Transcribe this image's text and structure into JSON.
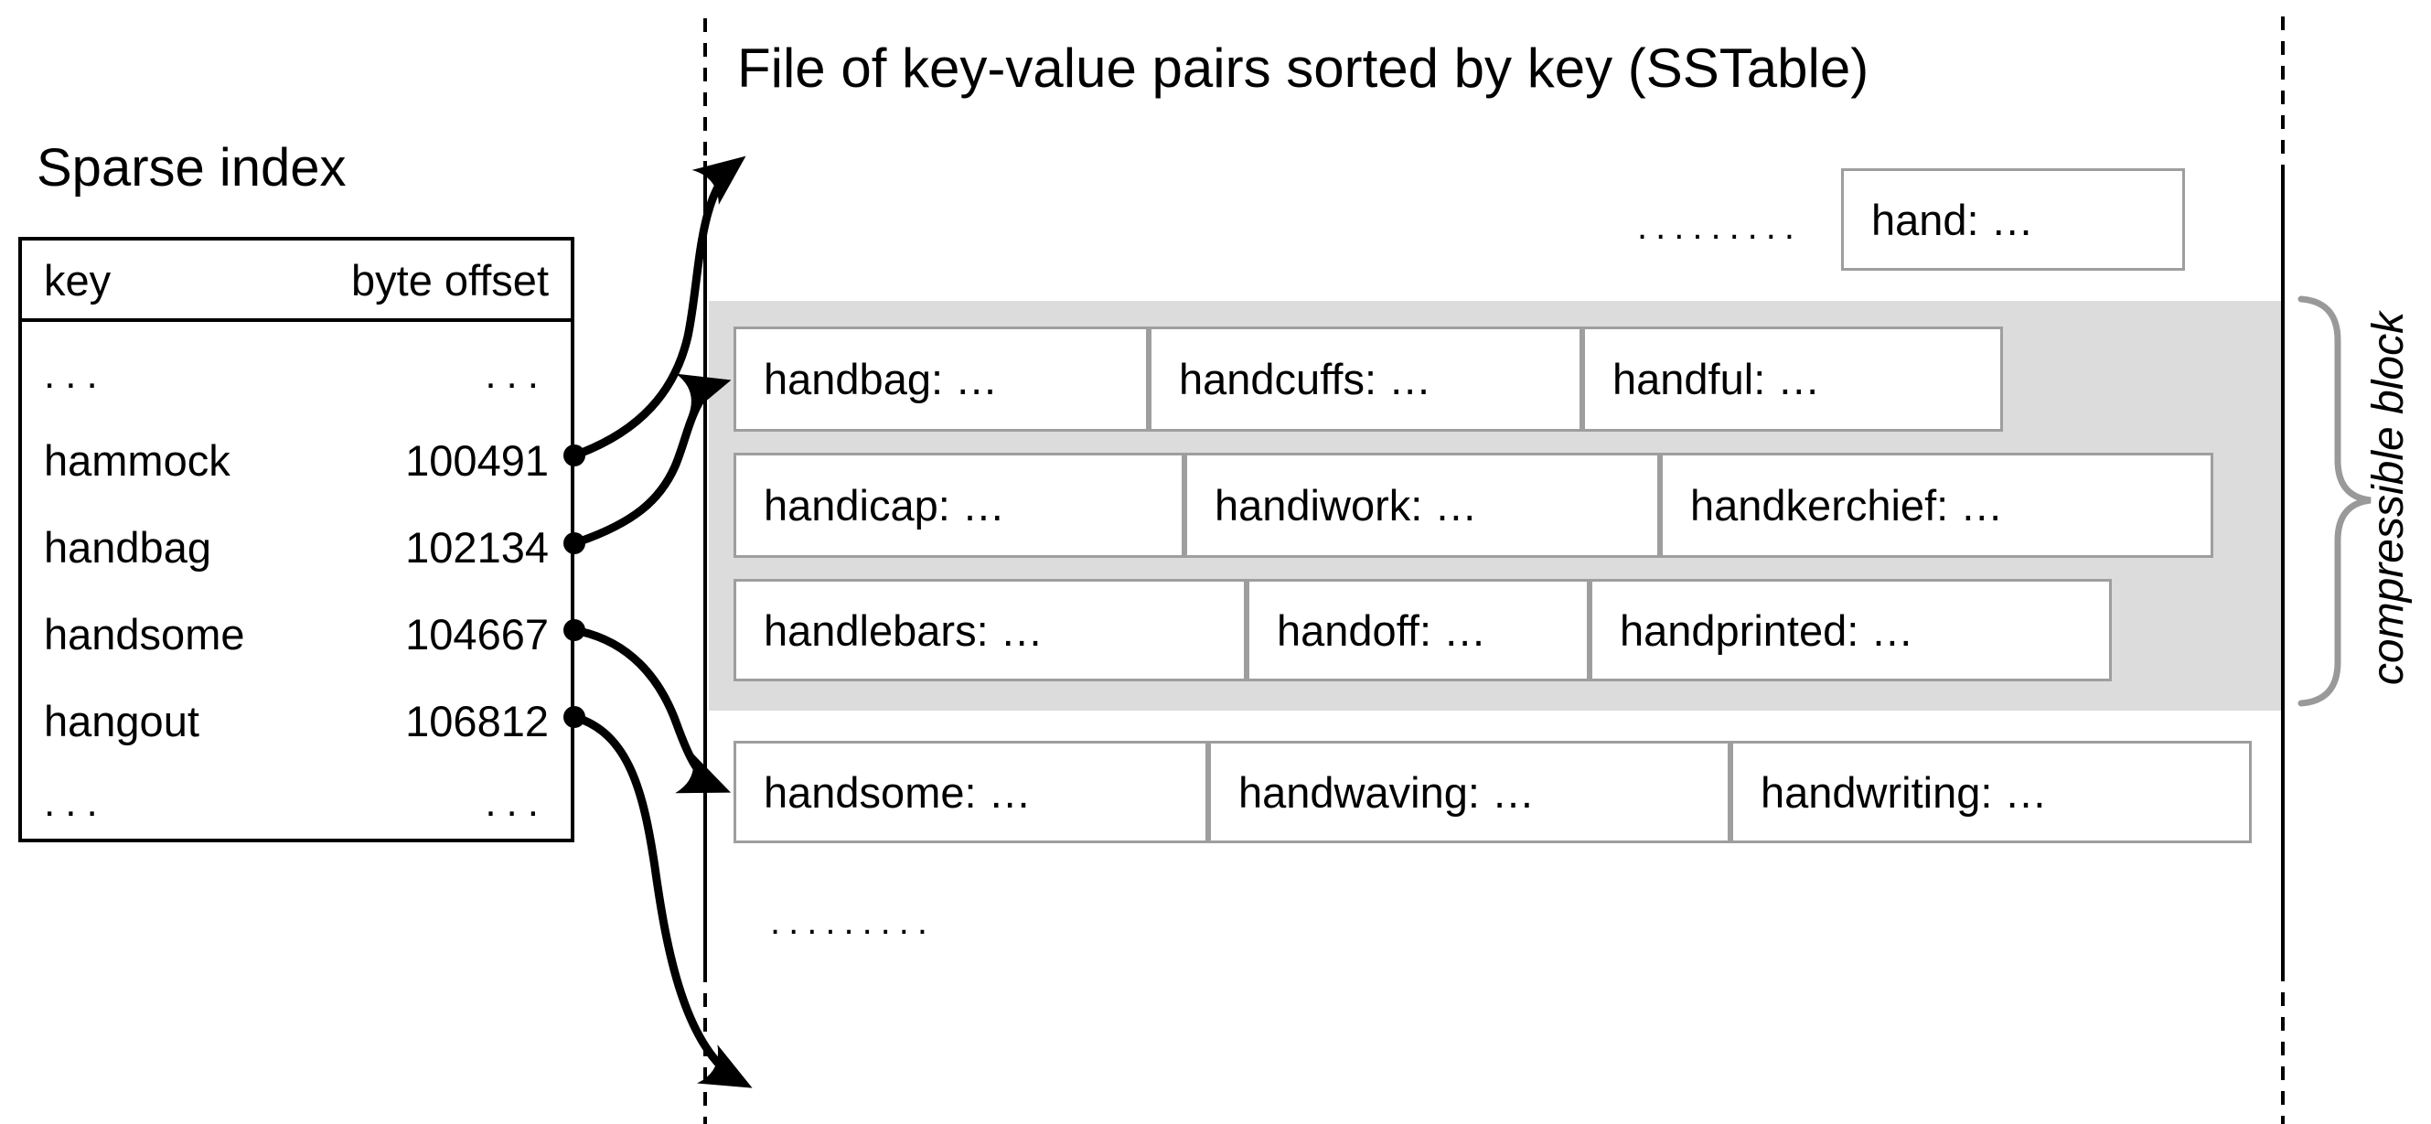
{
  "sparse_index": {
    "title": "Sparse index",
    "table": {
      "col_key": "key",
      "col_offset": "byte offset",
      "rows": [
        {
          "key": "...",
          "offset": "..."
        },
        {
          "key": "hammock",
          "offset": "100491"
        },
        {
          "key": "handbag",
          "offset": "102134"
        },
        {
          "key": "handsome",
          "offset": "104667"
        },
        {
          "key": "hangout",
          "offset": "106812"
        },
        {
          "key": "...",
          "offset": "..."
        }
      ]
    }
  },
  "file": {
    "title": "File of key-value pairs sorted by key (SSTable)",
    "top_ellipsis": ".........",
    "hand_entry": "hand: …",
    "block_rows": [
      [
        "handbag: …",
        "handcuffs: …",
        "handful: …"
      ],
      [
        "handicap: …",
        "handiwork: …",
        "handkerchief: …"
      ],
      [
        "handlebars: …",
        "handoff: …",
        "handprinted: …"
      ]
    ],
    "after_block_row": [
      "handsome: …",
      "handwaving: …",
      "handwriting: …"
    ],
    "bottom_ellipsis": "........."
  },
  "annotation": {
    "compressible_block": "compressible block"
  },
  "colors": {
    "ink": "#000000",
    "box_border": "#9e9e9e",
    "block_background": "#dcdcdc",
    "brace": "#999999",
    "background": "#ffffff"
  }
}
